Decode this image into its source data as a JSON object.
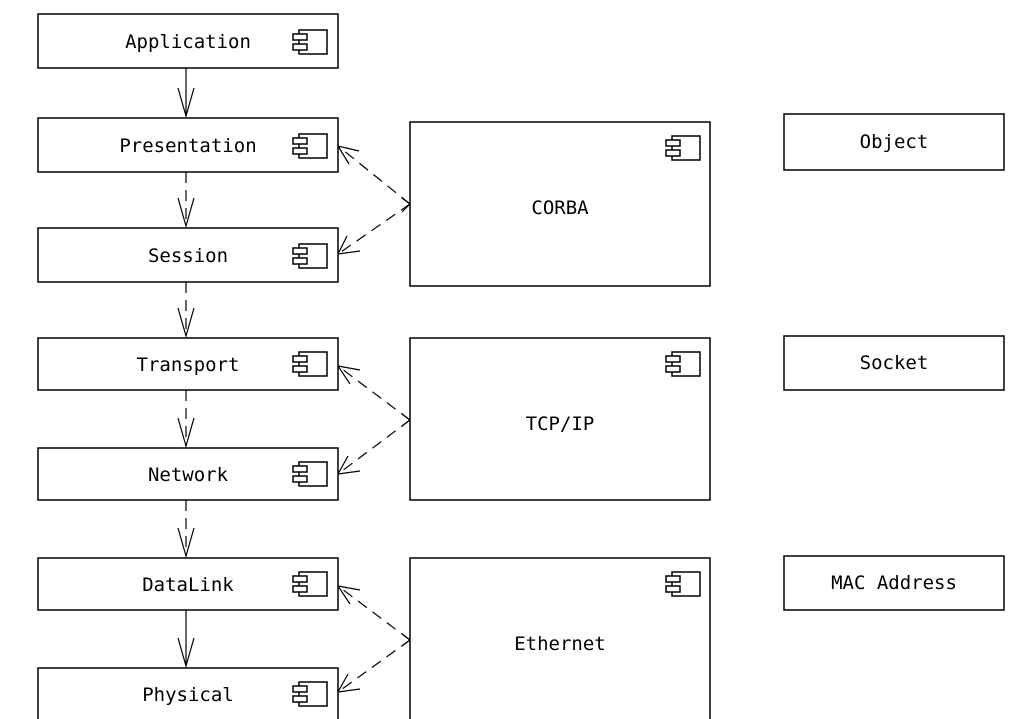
{
  "layers": [
    {
      "id": "application",
      "label": "Application"
    },
    {
      "id": "presentation",
      "label": "Presentation"
    },
    {
      "id": "session",
      "label": "Session"
    },
    {
      "id": "transport",
      "label": "Transport"
    },
    {
      "id": "network",
      "label": "Network"
    },
    {
      "id": "datalink",
      "label": "DataLink"
    },
    {
      "id": "physical",
      "label": "Physical"
    }
  ],
  "implementations": [
    {
      "id": "corba",
      "label": "CORBA"
    },
    {
      "id": "tcpip",
      "label": "TCP/IP"
    },
    {
      "id": "ethernet",
      "label": "Ethernet"
    }
  ],
  "concepts": [
    {
      "id": "object",
      "label": "Object"
    },
    {
      "id": "socket",
      "label": "Socket"
    },
    {
      "id": "mac-address",
      "label": "MAC Address"
    }
  ]
}
